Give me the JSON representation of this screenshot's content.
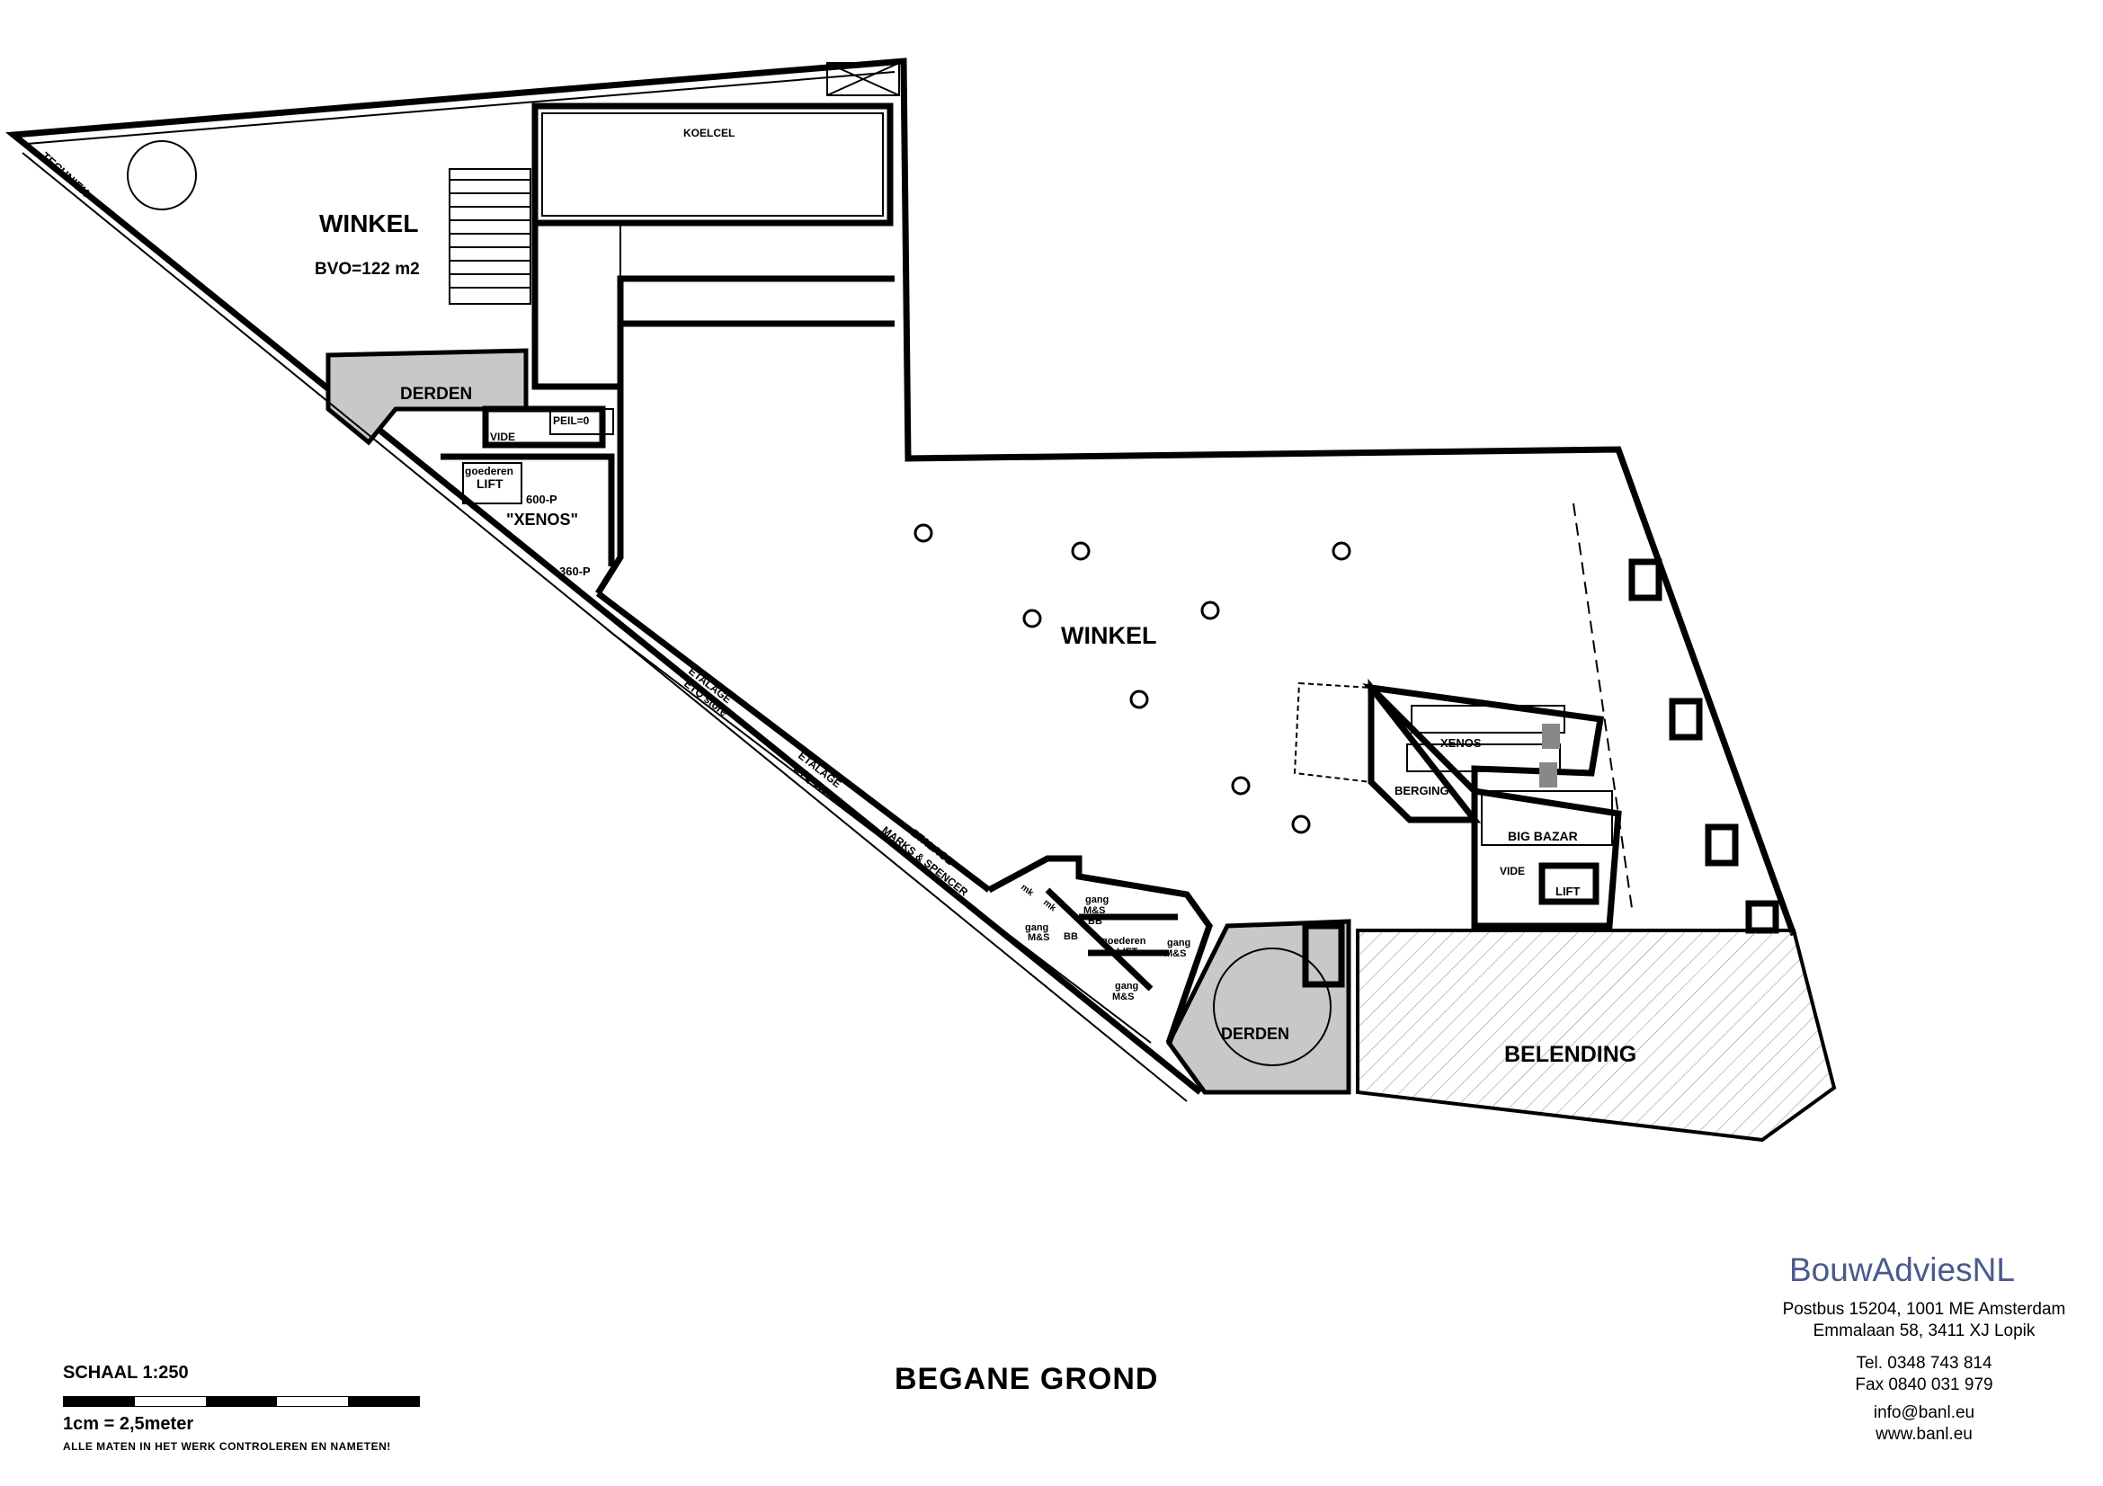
{
  "plan": {
    "title": "BEGANE GROND",
    "rooms": {
      "techniek": "TECHNIEK",
      "winkel_top": "WINKEL",
      "bvo": "BVO=122  m2",
      "koelcel": "KOELCEL",
      "derden_top": "DERDEN",
      "vide_top": "VIDE",
      "peil": "PEIL=0",
      "goederen_1": "goederen",
      "lift_1": "LIFT",
      "p600": "600-P",
      "xenos_quote": "\"XENOS\"",
      "p360": "360-P",
      "winkel_main": "WINKEL",
      "xenos": "XENOS",
      "berging": "BERGING",
      "big_bazar": "BIG BAZAR",
      "vide_right": "VIDE",
      "lift_right": "LIFT",
      "etalage_1": "ETALAGE",
      "etq_1": "ETQ store",
      "etalage_2": "ETALAGE",
      "etq_2": "ETQ store",
      "etalage_3": "ETALAGE",
      "ms": "MARKS & SPENCER",
      "mk1": "mk",
      "mk2": "mk",
      "gang_1": "gang",
      "ms_1": "M&S",
      "gang_2": "gang",
      "ms_2": "M&S",
      "bb_2": "BB",
      "bb_3": "BB",
      "goederen_2": "goederen",
      "lift_2": "LIFT",
      "gang_4": "gang",
      "ms_4": "M&S",
      "gang_5": "gang",
      "ms_5": "M&S",
      "derden_bottom": "DERDEN",
      "belending": "BELENDING"
    }
  },
  "scale": {
    "label": "SCHAAL  1:250",
    "ratio": "1cm  =  2,5meter",
    "note": "ALLE MATEN IN HET WERK CONTROLEREN EN NAMETEN!"
  },
  "company": {
    "logo": "BouwAdviesNL",
    "address1": "Postbus 15204, 1001 ME Amsterdam",
    "address2": "Emmalaan 58, 3411 XJ  Lopik",
    "tel": "Tel. 0348 743 814",
    "fax": "Fax 0840 031 979",
    "email": "info@banl.eu",
    "web": "www.banl.eu",
    "brand_color": "#4a5a8c"
  }
}
